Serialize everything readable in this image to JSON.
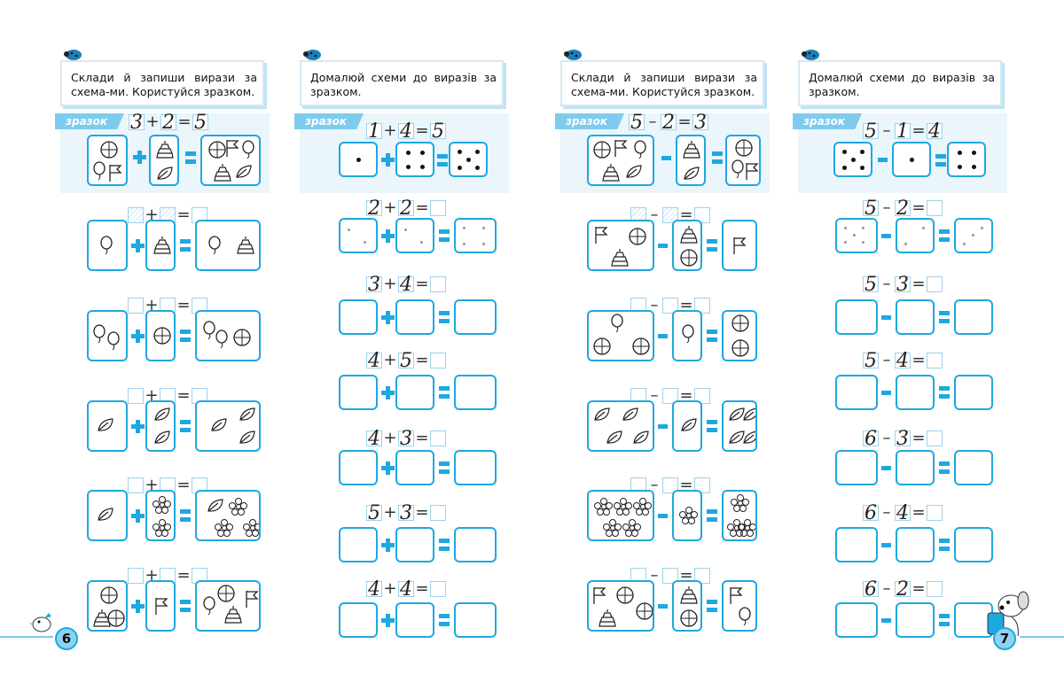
{
  "page_left": {
    "number": "6"
  },
  "page_right": {
    "number": "7"
  },
  "columns": {
    "c1": {
      "instruction": "Склади й запиши вирази за схема-ми. Користуйся зразком.",
      "sample_label": "зразок"
    },
    "c2": {
      "instruction": "Домалюй схеми до виразів за зразком.",
      "sample_label": "зразок"
    },
    "c3": {
      "instruction": "Склади й запиши вирази за схема-ми. Користуйся зразком.",
      "sample_label": "зразок"
    },
    "c4": {
      "instruction": "Домалюй схеми до виразів за зразком.",
      "sample_label": "зразок"
    }
  },
  "sample_expressions": {
    "c1": {
      "a": "3",
      "b": "2",
      "result": "5"
    },
    "c2": {
      "a": "1",
      "b": "4",
      "result": "5"
    },
    "c3": {
      "a": "5",
      "b": "2",
      "result": "3"
    },
    "c4": {
      "a": "5",
      "b": "1",
      "result": "4"
    }
  },
  "c2_expressions": [
    {
      "a": "2",
      "b": "2"
    },
    {
      "a": "3",
      "b": "4"
    },
    {
      "a": "4",
      "b": "5"
    },
    {
      "a": "4",
      "b": "3"
    },
    {
      "a": "5",
      "b": "3"
    },
    {
      "a": "4",
      "b": "4"
    }
  ],
  "c4_expressions": [
    {
      "a": "5",
      "b": "2"
    },
    {
      "a": "5",
      "b": "3"
    },
    {
      "a": "5",
      "b": "4"
    },
    {
      "a": "6",
      "b": "3"
    },
    {
      "a": "6",
      "b": "4"
    },
    {
      "a": "6",
      "b": "2"
    }
  ],
  "symbols": {
    "plus": "+",
    "minus": "–",
    "equals": "="
  },
  "colors": {
    "accent": "#1ea8e0",
    "light": "#eaf5fc",
    "tab": "#7fcbee"
  }
}
